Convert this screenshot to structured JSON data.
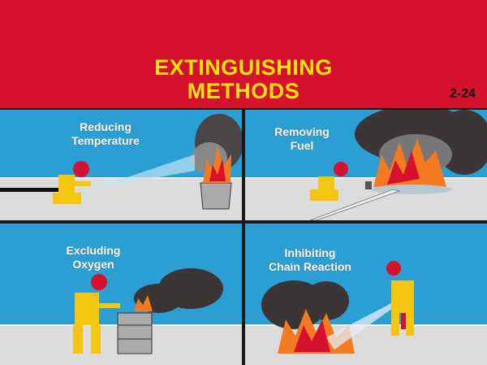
{
  "header": {
    "title_line1": "EXTINGUISHING",
    "title_line2": "METHODS",
    "figure_number": "2-24"
  },
  "panels": [
    {
      "label_line1": "Reducing",
      "label_line2": "Temperature"
    },
    {
      "label_line1": "Removing",
      "label_line2": "Fuel"
    },
    {
      "label_line1": "Excluding",
      "label_line2": "Oxygen"
    },
    {
      "label_line1": "Inhibiting",
      "label_line2": "Chain Reaction"
    }
  ],
  "colors": {
    "header": "#d6112e",
    "title": "#ffe20a",
    "sky": "#2b9fd3",
    "floor": "#dcdcdc"
  }
}
